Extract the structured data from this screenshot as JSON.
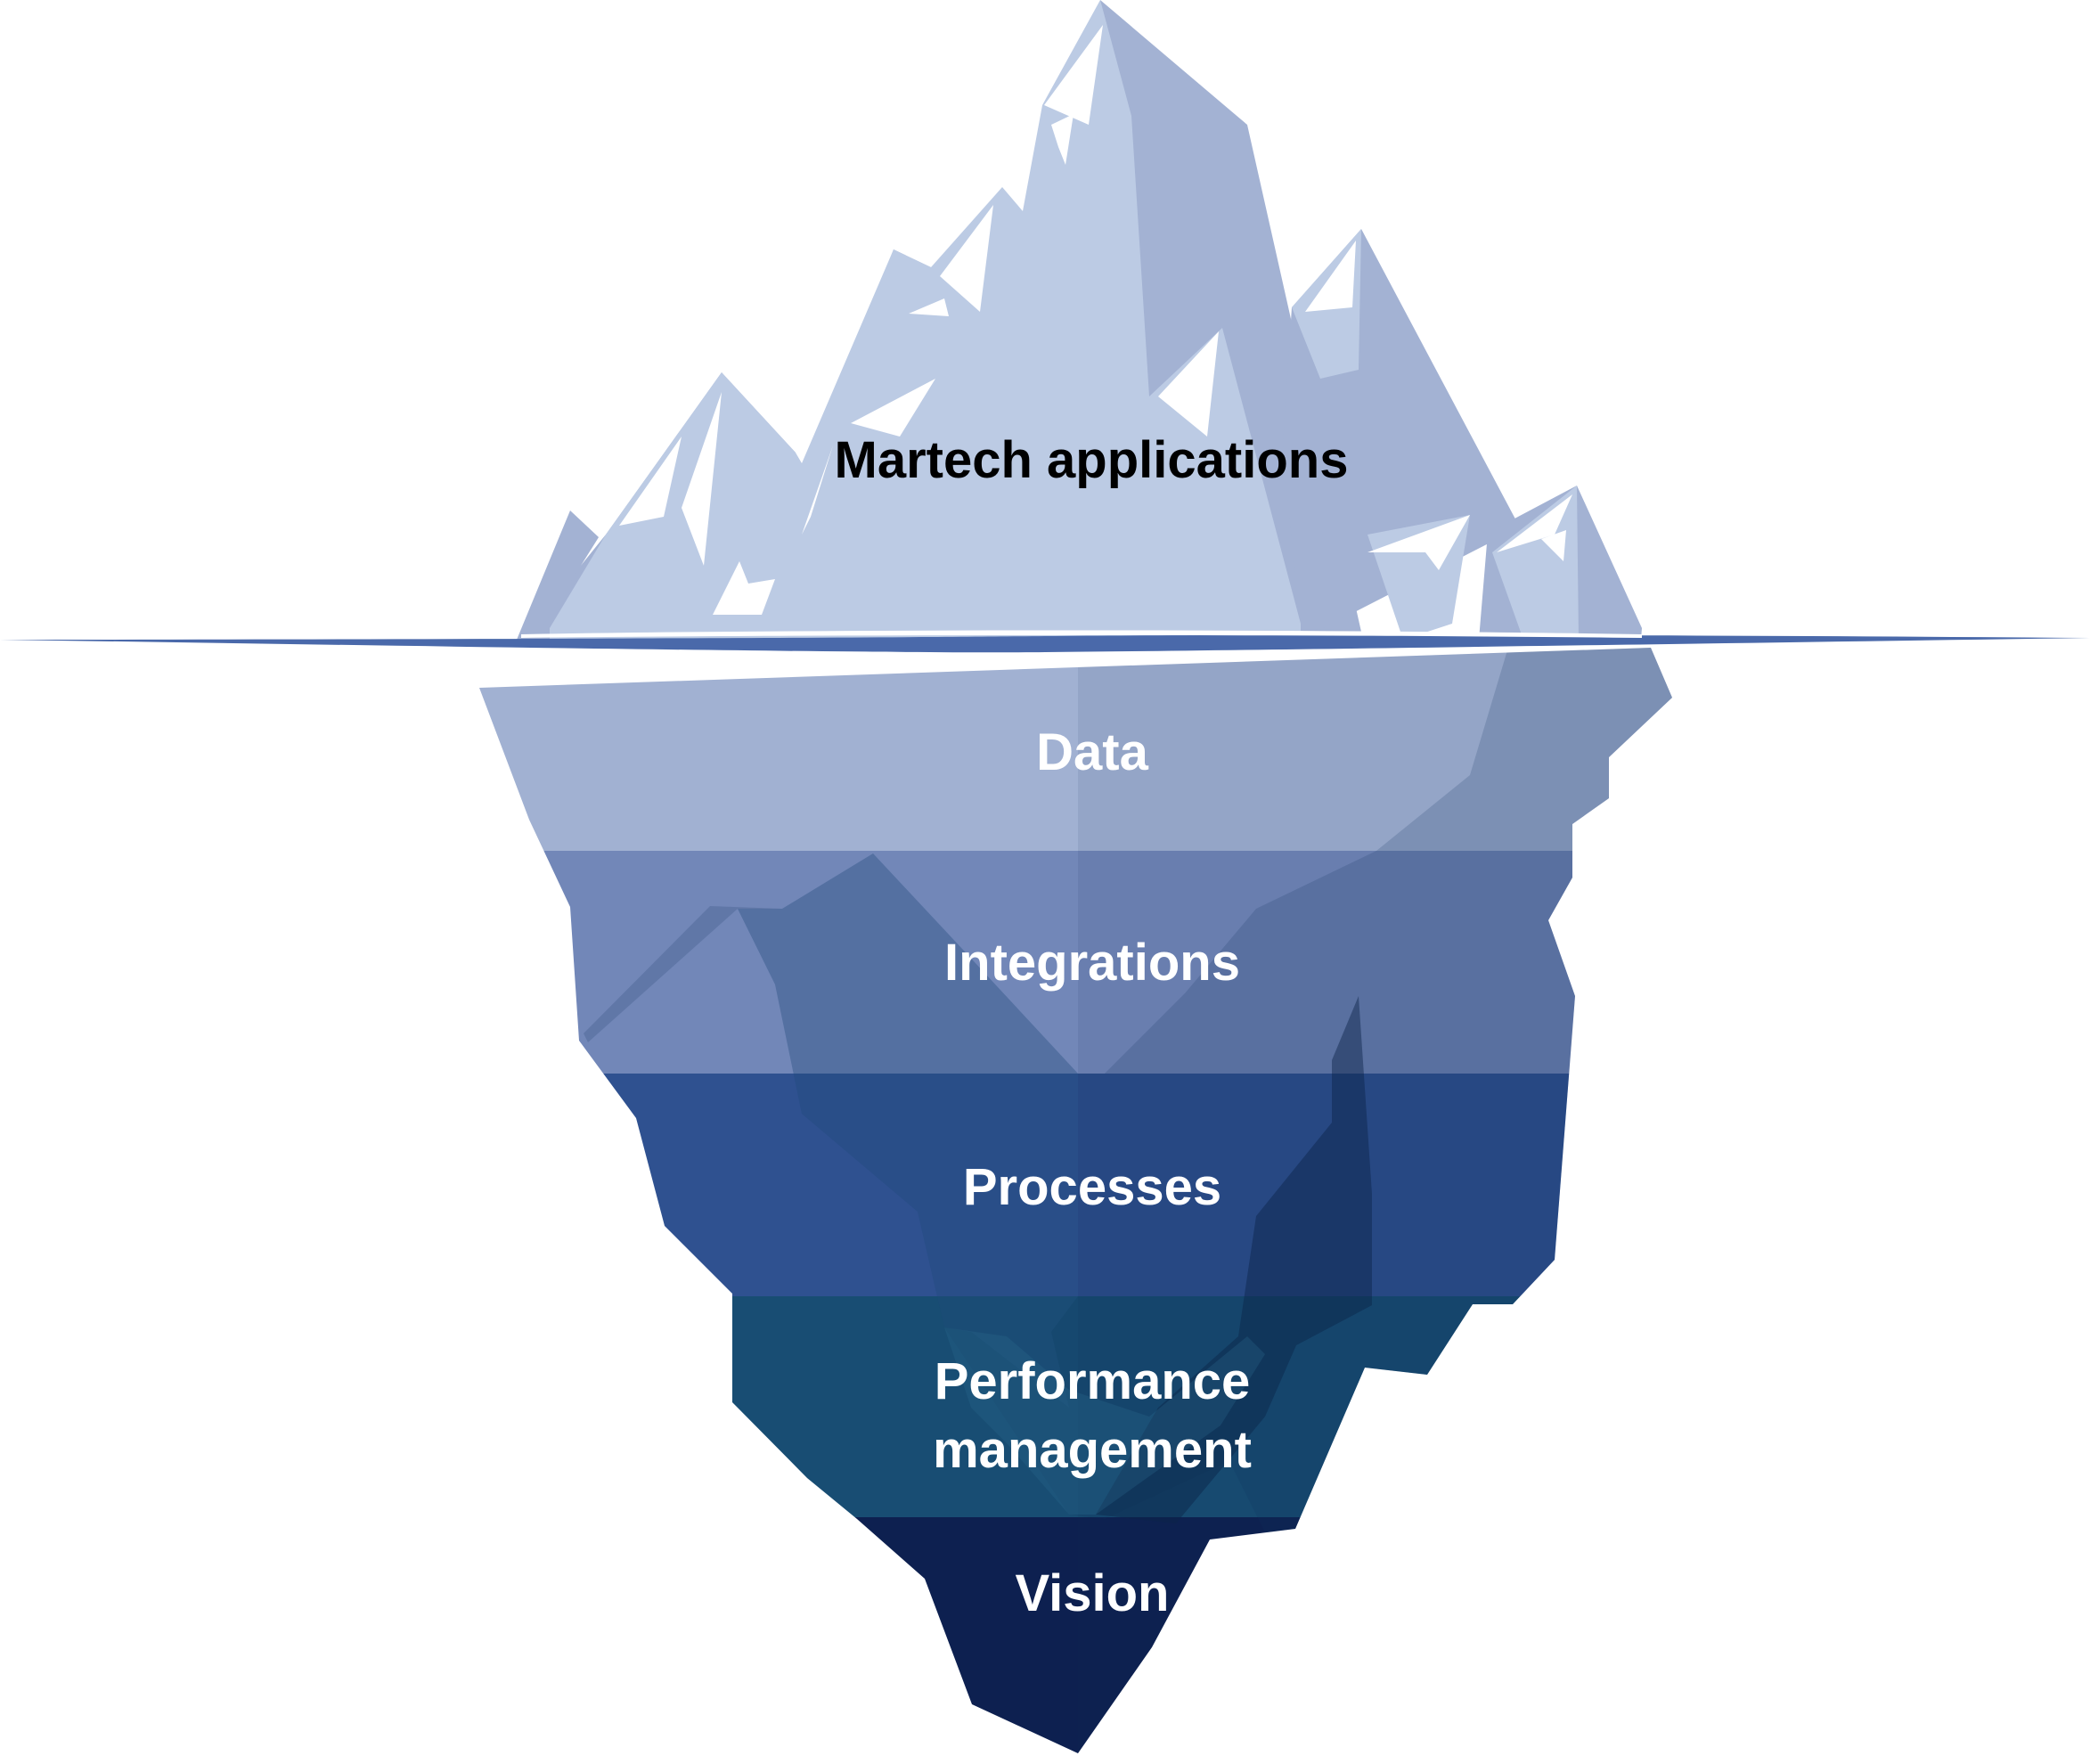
{
  "diagram": {
    "above_water": {
      "label": "Martech applications"
    },
    "layers": [
      {
        "id": "data",
        "label": "Data",
        "color": "#a1b1d2"
      },
      {
        "id": "integrations",
        "label": "Integrations",
        "color": "#7287b8"
      },
      {
        "id": "processes",
        "label": "Processes",
        "color": "#2f5190"
      },
      {
        "id": "performance",
        "label_line1": "Performance",
        "label_line2": "management",
        "color": "#184d73"
      },
      {
        "id": "vision",
        "label": "Vision",
        "color": "#0d2050"
      }
    ],
    "colors": {
      "ice_light": "#bccbe4",
      "ice_shade": "#a3b2d3",
      "snow": "#ffffff",
      "waterline": "#4a69aa",
      "label_above": "#000000",
      "label_below": "#ffffff"
    }
  }
}
